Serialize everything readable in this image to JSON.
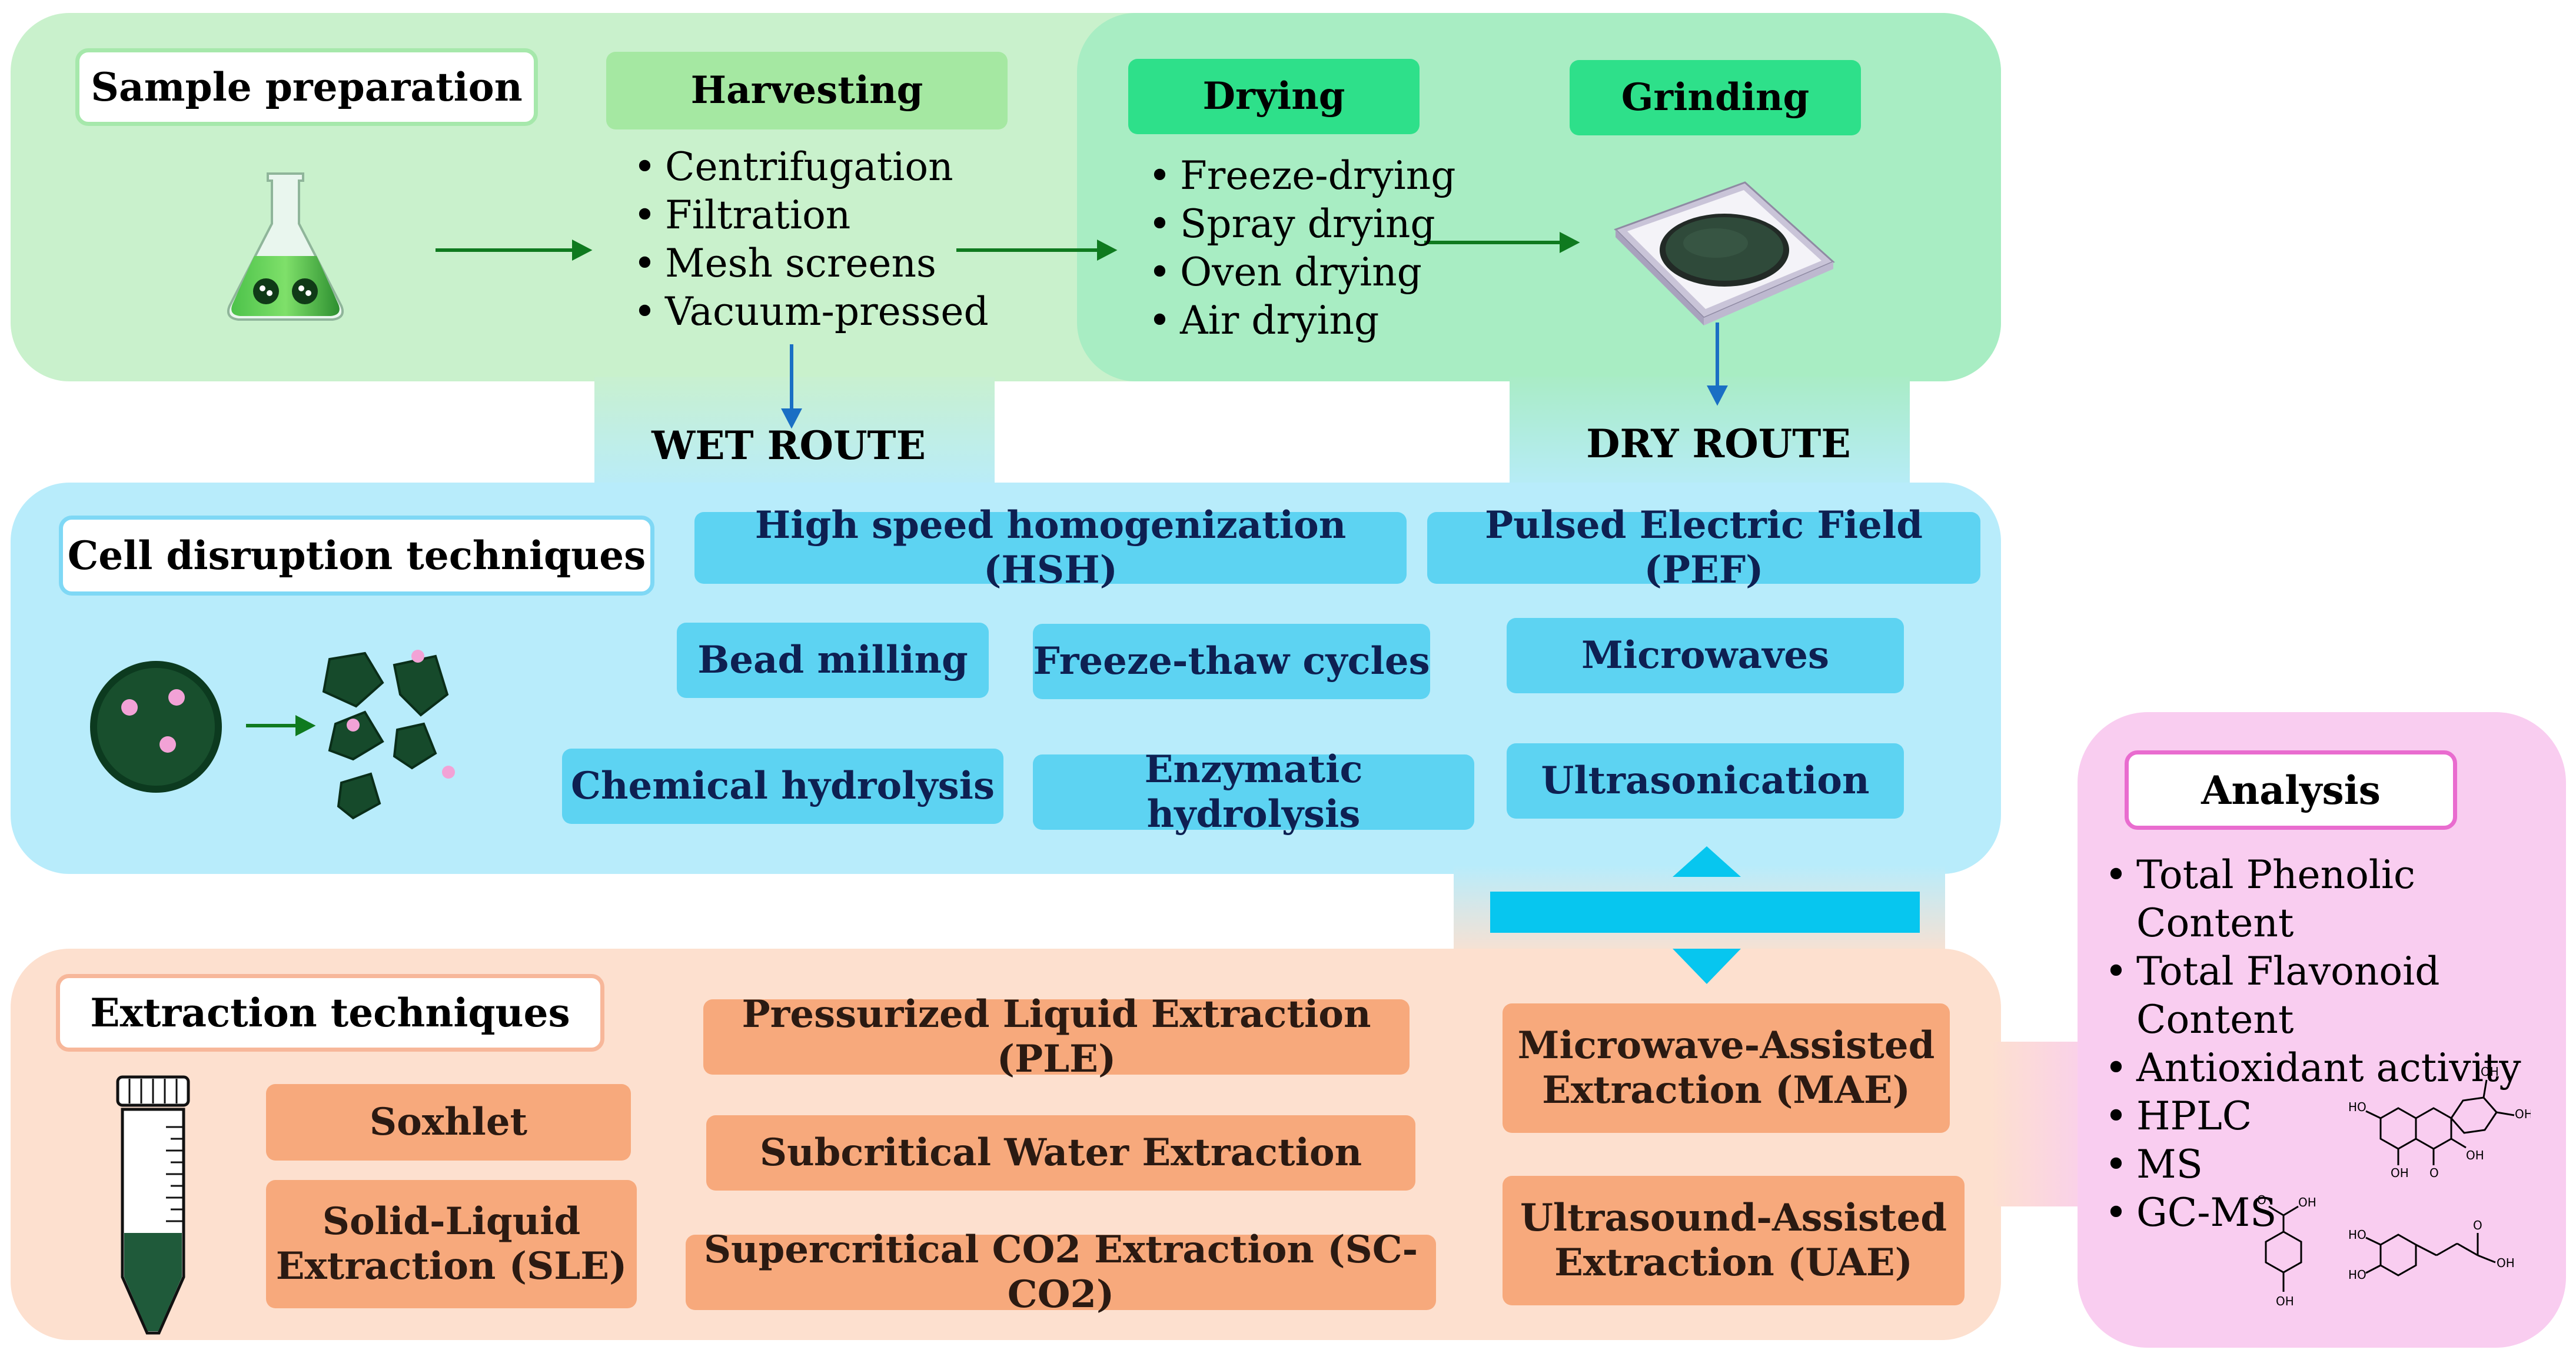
{
  "sample_prep": {
    "title": "Sample preparation",
    "harvesting": {
      "label": "Harvesting",
      "methods": [
        "Centrifugation",
        "Filtration",
        "Mesh screens",
        "Vacuum-pressed"
      ]
    },
    "drying": {
      "label": "Drying",
      "methods": [
        "Freeze-drying",
        "Spray drying",
        "Oven drying",
        "Air drying"
      ]
    },
    "grinding": {
      "label": "Grinding"
    }
  },
  "routes": {
    "wet": "WET ROUTE",
    "dry": "DRY ROUTE"
  },
  "cell_disruption": {
    "title": "Cell disruption techniques",
    "techniques": {
      "hsh": "High speed homogenization (HSH)",
      "pef": "Pulsed Electric Field (PEF)",
      "bead": "Bead milling",
      "freeze_thaw": "Freeze-thaw cycles",
      "microwaves": "Microwaves",
      "chemical": "Chemical hydrolysis",
      "enzymatic": "Enzymatic hydrolysis",
      "ultrasonication": "Ultrasonication"
    }
  },
  "extraction": {
    "title": "Extraction techniques",
    "techniques": {
      "soxhlet": "Soxhlet",
      "sle_line1": "Solid-Liquid",
      "sle_line2": "Extraction (SLE)",
      "ple": "Pressurized Liquid Extraction (PLE)",
      "swe": "Subcritical Water Extraction",
      "sc_co2": "Supercritical CO2 Extraction (SC-CO2)",
      "mae_line1": "Microwave-Assisted",
      "mae_line2": "Extraction (MAE)",
      "uae_line1": "Ultrasound-Assisted",
      "uae_line2": "Extraction (UAE)"
    }
  },
  "analysis": {
    "title": "Analysis",
    "items": {
      "tpc": "Total Phenolic Content",
      "tfc_line1": "Total Flavonoid",
      "tfc_line2": "Content",
      "antioxidant": "Antioxidant activity",
      "hplc": "HPLC",
      "ms": "MS",
      "gcms": "GC-MS"
    },
    "molecule_labels": {
      "ho": "HO",
      "oh": "OH",
      "o": "O"
    }
  },
  "colors": {
    "green_panel": "#c6f0cb",
    "green_panel_right": "#a6ecc1",
    "blue_panel": "#b8ecfb",
    "orange_panel": "#fde0cf",
    "pink_panel": "#f9cdf0",
    "arrow_green": "#0f7a1f",
    "arrow_blue": "#1a6fc4",
    "connector_cyan": "#07c6ef"
  }
}
